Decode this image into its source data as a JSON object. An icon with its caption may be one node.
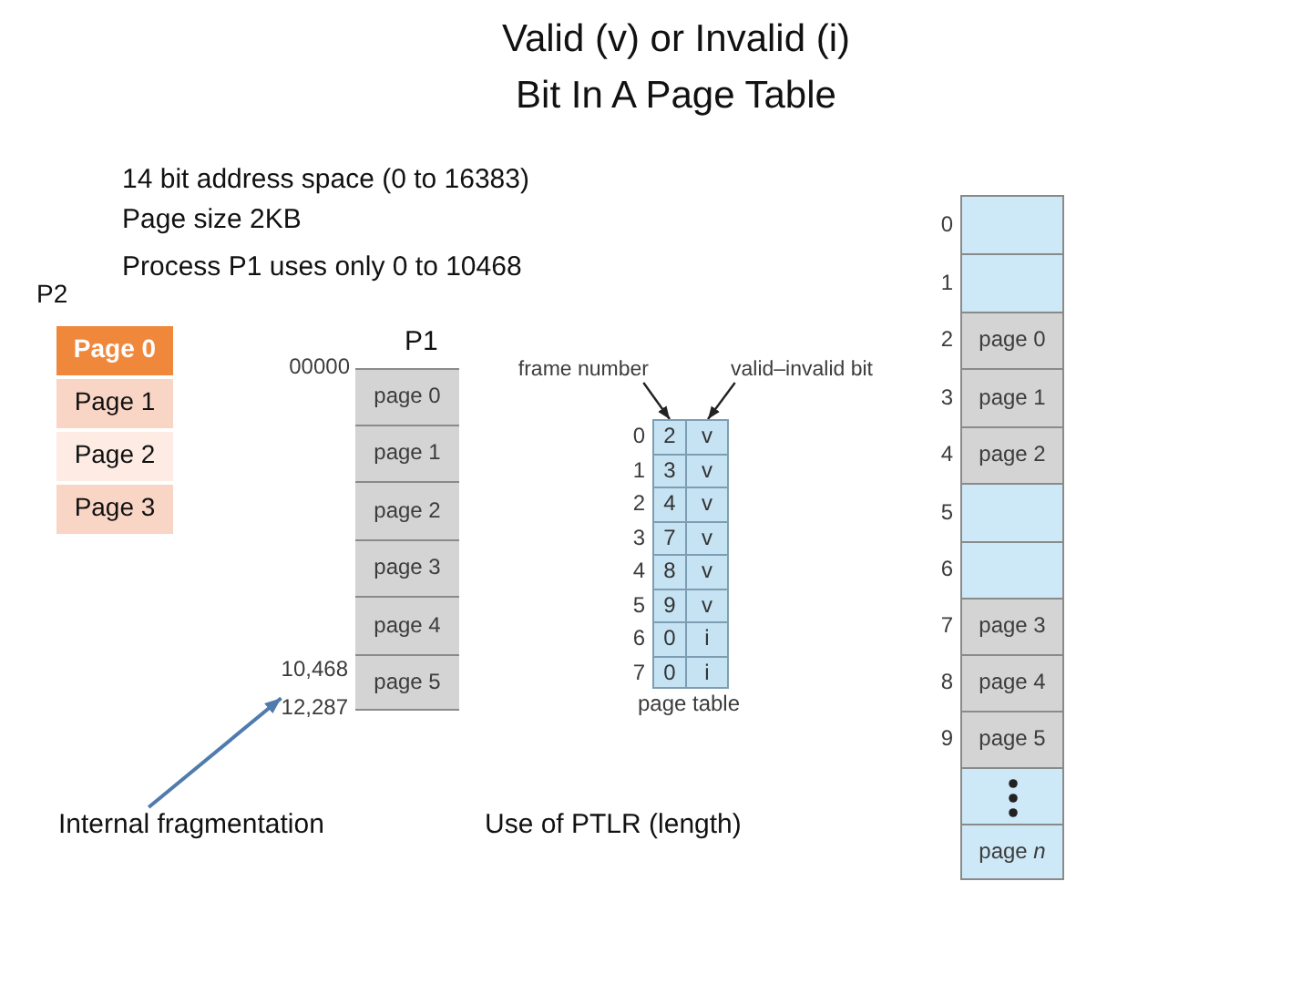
{
  "diagram": {
    "title": "Valid (v) or Invalid (i) Bit In A Page Table",
    "nodes": [
      {
        "text": [
          "Page 0"
        ]
      },
      {
        "text": [
          "Page 1"
        ]
      },
      {
        "text": [
          "Page 2"
        ]
      },
      {
        "text": [
          "Page 3"
        ]
      },
      {
        "text": [
          "page 0"
        ],
        "beside": [
          "00000"
        ]
      },
      {
        "text": [
          "page 1"
        ]
      },
      {
        "text": [
          "page 2"
        ]
      },
      {
        "text": [
          "page 3"
        ]
      },
      {
        "text": [
          "page 4"
        ]
      },
      {
        "text": [
          "page 5"
        ],
        "beside": [
          "10,468"
        ]
      },
      {
        "text": [
          "12,287"
        ]
      },
      {
        "text": [
          "frame number"
        ]
      },
      {
        "text": [
          "valid–invalid bit"
        ]
      },
      {
        "text": [
          "2",
          "3",
          "4",
          "7",
          "8",
          "9",
          "0",
          "0"
        ],
        "beside": [
          "0",
          "1",
          "2",
          "3",
          "4",
          "5",
          "6",
          "7"
        ]
      },
      {
        "text": [
          "v",
          "v",
          "v",
          "v",
          "v",
          "v",
          "i",
          "i"
        ]
      },
      {
        "text": [],
        "shape": "box",
        "beside": [
          "0"
        ]
      },
      {
        "text": [],
        "shape": "box",
        "beside": [
          "1"
        ]
      },
      {
        "text": [
          "page 0"
        ],
        "beside": [
          "2"
        ]
      },
      {
        "text": [
          "page 1"
        ],
        "beside": [
          "3"
        ]
      },
      {
        "text": [
          "page 2"
        ],
        "beside": [
          "4"
        ]
      },
      {
        "text": [],
        "shape": "box",
        "beside": [
          "5"
        ]
      },
      {
        "text": [],
        "shape": "box",
        "beside": [
          "6"
        ]
      },
      {
        "text": [
          "page 3"
        ],
        "beside": [
          "7"
        ]
      },
      {
        "text": [
          "page 4"
        ],
        "beside": [
          "8"
        ]
      },
      {
        "text": [
          "page 5"
        ],
        "beside": [
          "9"
        ]
      },
      {
        "text": [],
        "shape": "box"
      },
      {
        "text": [
          "page *n*"
        ]
      },
      {
        "text": [
          "Internal fragmentation"
        ]
      }
    ],
    "edges": [
      {
        "from": 11,
        "to": 13,
        "arrow": "to"
      },
      {
        "from": 12,
        "to": 14,
        "arrow": "to"
      },
      {
        "from": 27,
        "to": 10,
        "arrow": "to",
        "color": "#4f7cac"
      }
    ],
    "labels": [
      "14 bit address space (0 to 16383)",
      "Page size 2KB",
      "Process P1 uses only 0 to 10468",
      "P2",
      "P1",
      "page table",
      "Use of PTLR (length)"
    ]
  }
}
